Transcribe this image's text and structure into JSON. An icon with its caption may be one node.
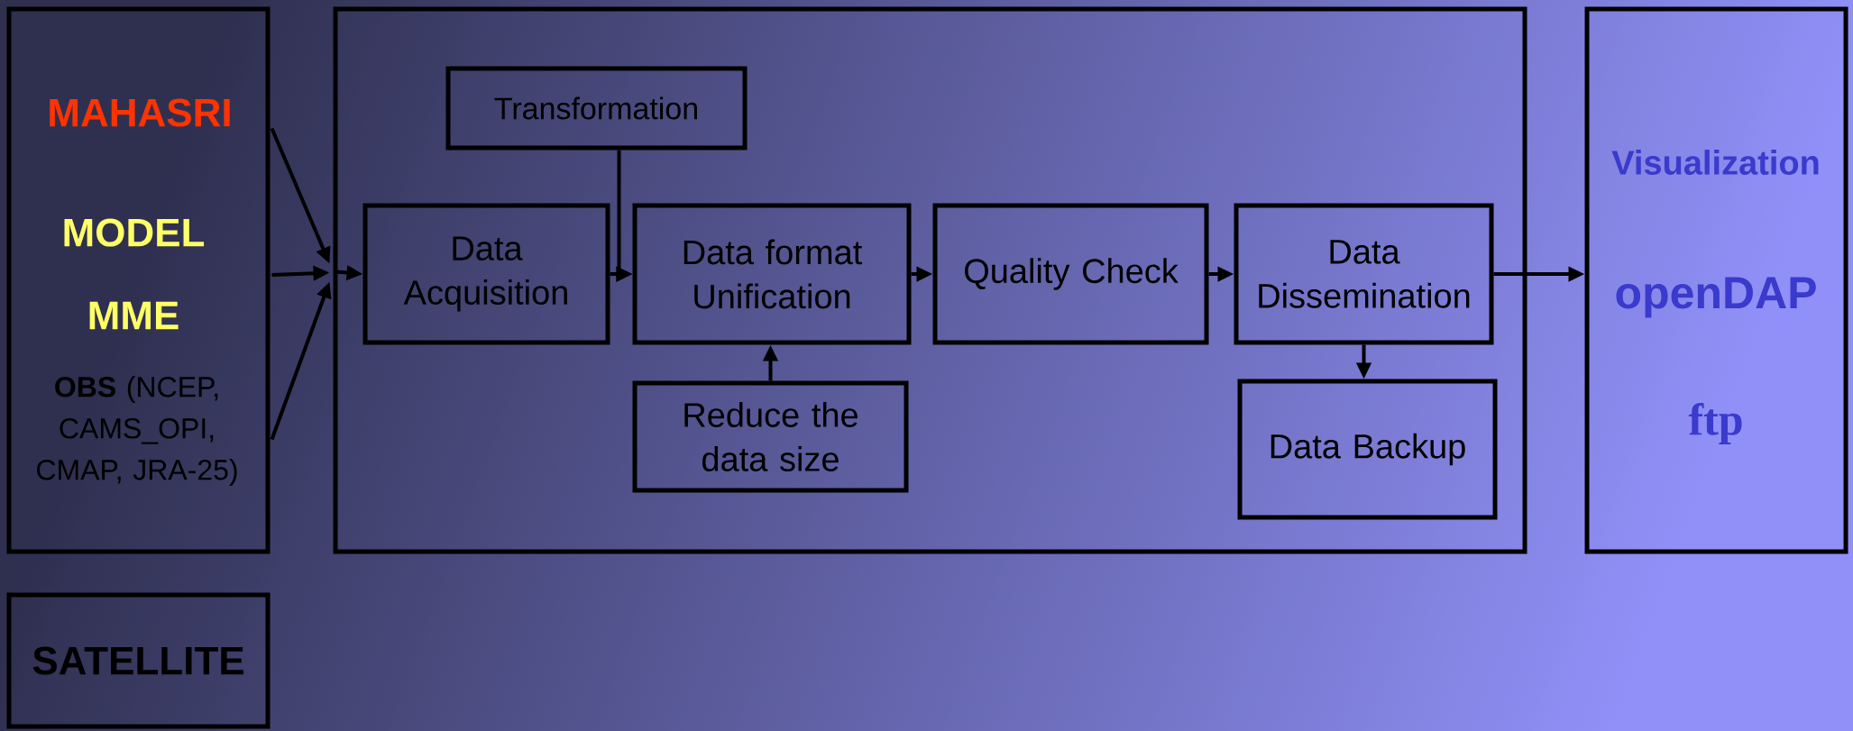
{
  "diagram": {
    "nodes": [
      {
        "text": [
          "MAHASRI",
          "MODEL",
          "MME",
          "**OBS** (NCEP, CAMS_OPI, CMAP, JRA-25)"
        ]
      },
      {
        "text": [
          "SATELLITE"
        ]
      },
      {
        "text": [],
        "shape": "box"
      },
      {
        "text": [
          "Transformation"
        ],
        "in": 2
      },
      {
        "text": [
          "Data Acquisition"
        ],
        "in": 2
      },
      {
        "text": [
          "Data format Unification"
        ],
        "in": 2
      },
      {
        "text": [
          "Quality Check"
        ],
        "in": 2
      },
      {
        "text": [
          "Data Dissemination"
        ],
        "in": 2
      },
      {
        "text": [
          "Reduce the data size"
        ],
        "in": 2
      },
      {
        "text": [
          "Data Backup"
        ],
        "in": 2
      },
      {
        "text": [
          "Visualization",
          "openDAP",
          "ftp"
        ]
      }
    ],
    "edges": [
      {
        "from": 0,
        "to": 2,
        "arrow": "to"
      },
      {
        "from": 0,
        "to": 2,
        "arrow": "to"
      },
      {
        "from": 0,
        "to": 2,
        "arrow": "to"
      },
      {
        "from": 2,
        "to": 4,
        "arrow": "to"
      },
      {
        "from": 3,
        "to": 5,
        "arrow": "to"
      },
      {
        "from": 4,
        "to": 5,
        "arrow": "to"
      },
      {
        "from": 8,
        "to": 5,
        "arrow": "to"
      },
      {
        "from": 5,
        "to": 6,
        "arrow": "to"
      },
      {
        "from": 6,
        "to": 7,
        "arrow": "to"
      },
      {
        "from": 7,
        "to": 10,
        "arrow": "to"
      },
      {
        "from": 7,
        "to": 9,
        "arrow": "to"
      }
    ]
  }
}
